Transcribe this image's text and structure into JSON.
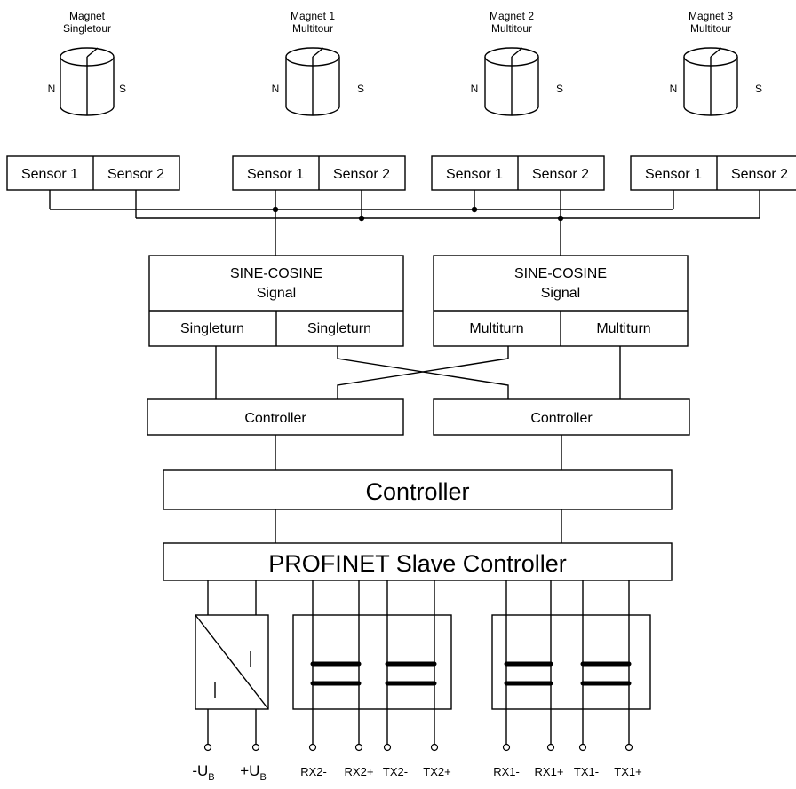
{
  "magnets": [
    {
      "line1": "Magnet",
      "line2": "Singletour",
      "n": "N",
      "s": "S"
    },
    {
      "line1": "Magnet 1",
      "line2": "Multitour",
      "n": "N",
      "s": "S"
    },
    {
      "line1": "Magnet 2",
      "line2": "Multitour",
      "n": "N",
      "s": "S"
    },
    {
      "line1": "Magnet 3",
      "line2": "Multitour",
      "n": "N",
      "s": "S"
    }
  ],
  "sensors": [
    {
      "a": "Sensor 1",
      "b": "Sensor 2"
    },
    {
      "a": "Sensor 1",
      "b": "Sensor 2"
    },
    {
      "a": "Sensor 1",
      "b": "Sensor 2"
    },
    {
      "a": "Sensor 1",
      "b": "Sensor 2"
    }
  ],
  "signal_left": {
    "line1": "SINE-COSINE",
    "line2": "Signal",
    "left": "Singleturn",
    "right": "Singleturn"
  },
  "signal_right": {
    "line1": "SINE-COSINE",
    "line2": "Signal",
    "left": "Multiturn",
    "right": "Multiturn"
  },
  "controller_left": "Controller",
  "controller_right": "Controller",
  "controller_main": "Controller",
  "profinet": "PROFINET Slave Controller",
  "terminals": {
    "minus_u": "-U",
    "plus_u": "+U",
    "sub_b": "B",
    "rx2m": "RX2-",
    "rx2p": "RX2+",
    "tx2m": "TX2-",
    "tx2p": "TX2+",
    "rx1m": "RX1-",
    "rx1p": "RX1+",
    "tx1m": "TX1-",
    "tx1p": "TX1+"
  }
}
